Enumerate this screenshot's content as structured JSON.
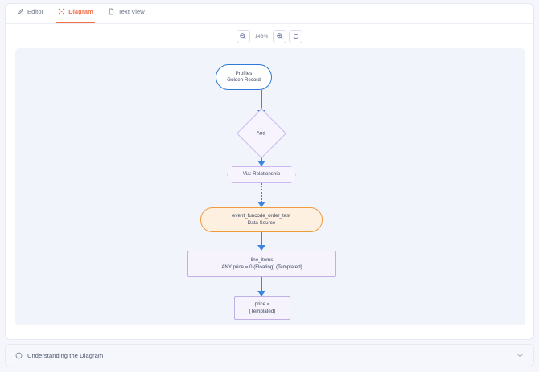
{
  "tabs": [
    {
      "id": "editor",
      "label": "Editor",
      "icon": "pencil-icon",
      "active": false
    },
    {
      "id": "diagram",
      "label": "Diagram",
      "icon": "nodes-icon",
      "active": true
    },
    {
      "id": "text-view",
      "label": "Text View",
      "icon": "document-icon",
      "active": false
    }
  ],
  "toolbar": {
    "zoom_out_label": "zoom-out-icon",
    "zoom_in_label": "zoom-in-icon",
    "reset_label": "reset-icon",
    "zoom_level": "146%"
  },
  "diagram": {
    "nodes": {
      "profiles": {
        "line1": "Profiles",
        "line2": "Golden Record",
        "shape": "pill",
        "color": "#2f79d8"
      },
      "and": {
        "line1": "And",
        "line2": "",
        "shape": "diamond",
        "color": "#c9b9ee"
      },
      "via": {
        "line1": "Via: Relationship",
        "line2": "",
        "shape": "hexagon",
        "color": "#c9b9ee"
      },
      "datasource": {
        "line1": "event_funcode_order_test",
        "line2": "Data Source",
        "shape": "pill",
        "color": "#ef9b3a"
      },
      "lineitems": {
        "line1": "line_items",
        "line2": "ANY price = 0 (Floating) (Templated)",
        "shape": "rect",
        "color": "#bfb0e6"
      },
      "price": {
        "line1": "price =",
        "line2": "[Templated]",
        "shape": "rect",
        "color": "#bfb0e6"
      }
    },
    "edge_color": "#3b84e0"
  },
  "accordion": {
    "title": "Understanding the Diagram",
    "info_icon": "info-icon",
    "chevron_icon": "chevron-down-icon",
    "expanded": false
  }
}
